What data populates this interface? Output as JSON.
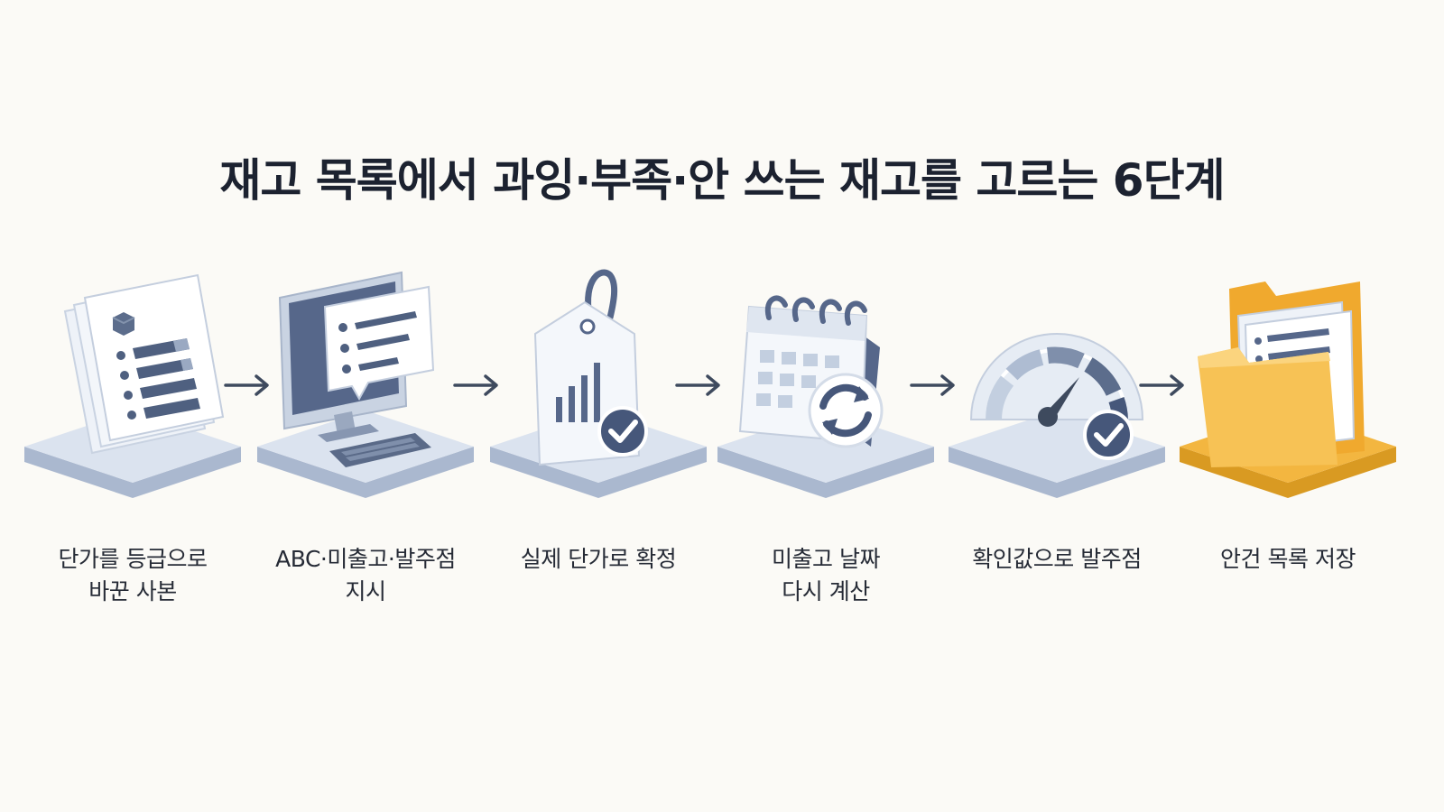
{
  "title": "재고 목록에서 과잉·부족·안 쓰는 재고를 고르는 6단계",
  "steps": [
    {
      "label": "단가를 등급으로\n바꾼 사본",
      "icon": "document-stack-icon"
    },
    {
      "label": "ABC·미출고·발주점\n지시",
      "icon": "monitor-chat-icon"
    },
    {
      "label": "실제 단가로 확정",
      "icon": "price-tag-check-icon"
    },
    {
      "label": "미출고 날짜\n다시 계산",
      "icon": "calendar-refresh-icon"
    },
    {
      "label": "확인값으로 발주점",
      "icon": "gauge-check-icon"
    },
    {
      "label": "안건 목록 저장",
      "icon": "folder-list-icon"
    }
  ],
  "colors": {
    "background": "#fbfaf6",
    "slate": "#4f6080",
    "slate_light": "#c3cfe0",
    "platform": "#cfd8e6",
    "folder": "#f3b640"
  }
}
